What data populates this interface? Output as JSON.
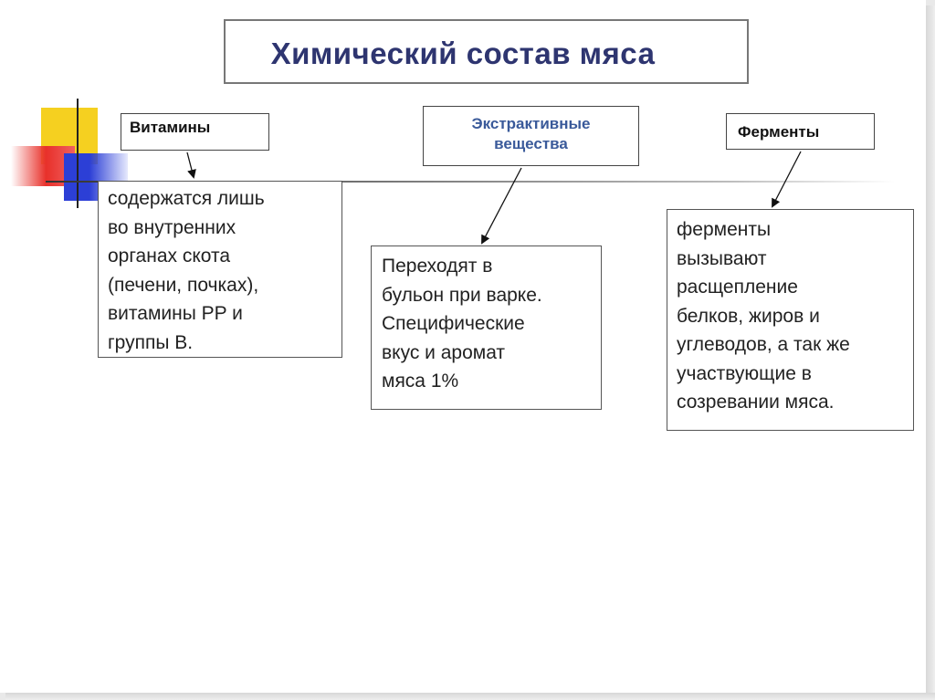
{
  "title": "Химический состав мяса",
  "nodes": [
    {
      "label": "Витамины",
      "description": "содержатся лишь\nво внутренних\nорганах скота\n(печени, почках),\nвитамины PP и\nгруппы B."
    },
    {
      "label": "Экстрактивные\nвещества",
      "description": "Переходят в\nбульон при варке.\nСпецифические\nвкус и аромат\nмяса 1%"
    },
    {
      "label": "Ферменты",
      "description": "ферменты\nвызывают\nрасщепление\nбелков, жиров и\nуглеводов, а так же\nучаствующие в\nсозревании мяса."
    }
  ],
  "colors": {
    "title": "#2e3570",
    "label_center": "#3a5a9a",
    "deco_yellow": "#f5d020",
    "deco_red": "#e8302a",
    "deco_blue": "#2c3fd6"
  }
}
